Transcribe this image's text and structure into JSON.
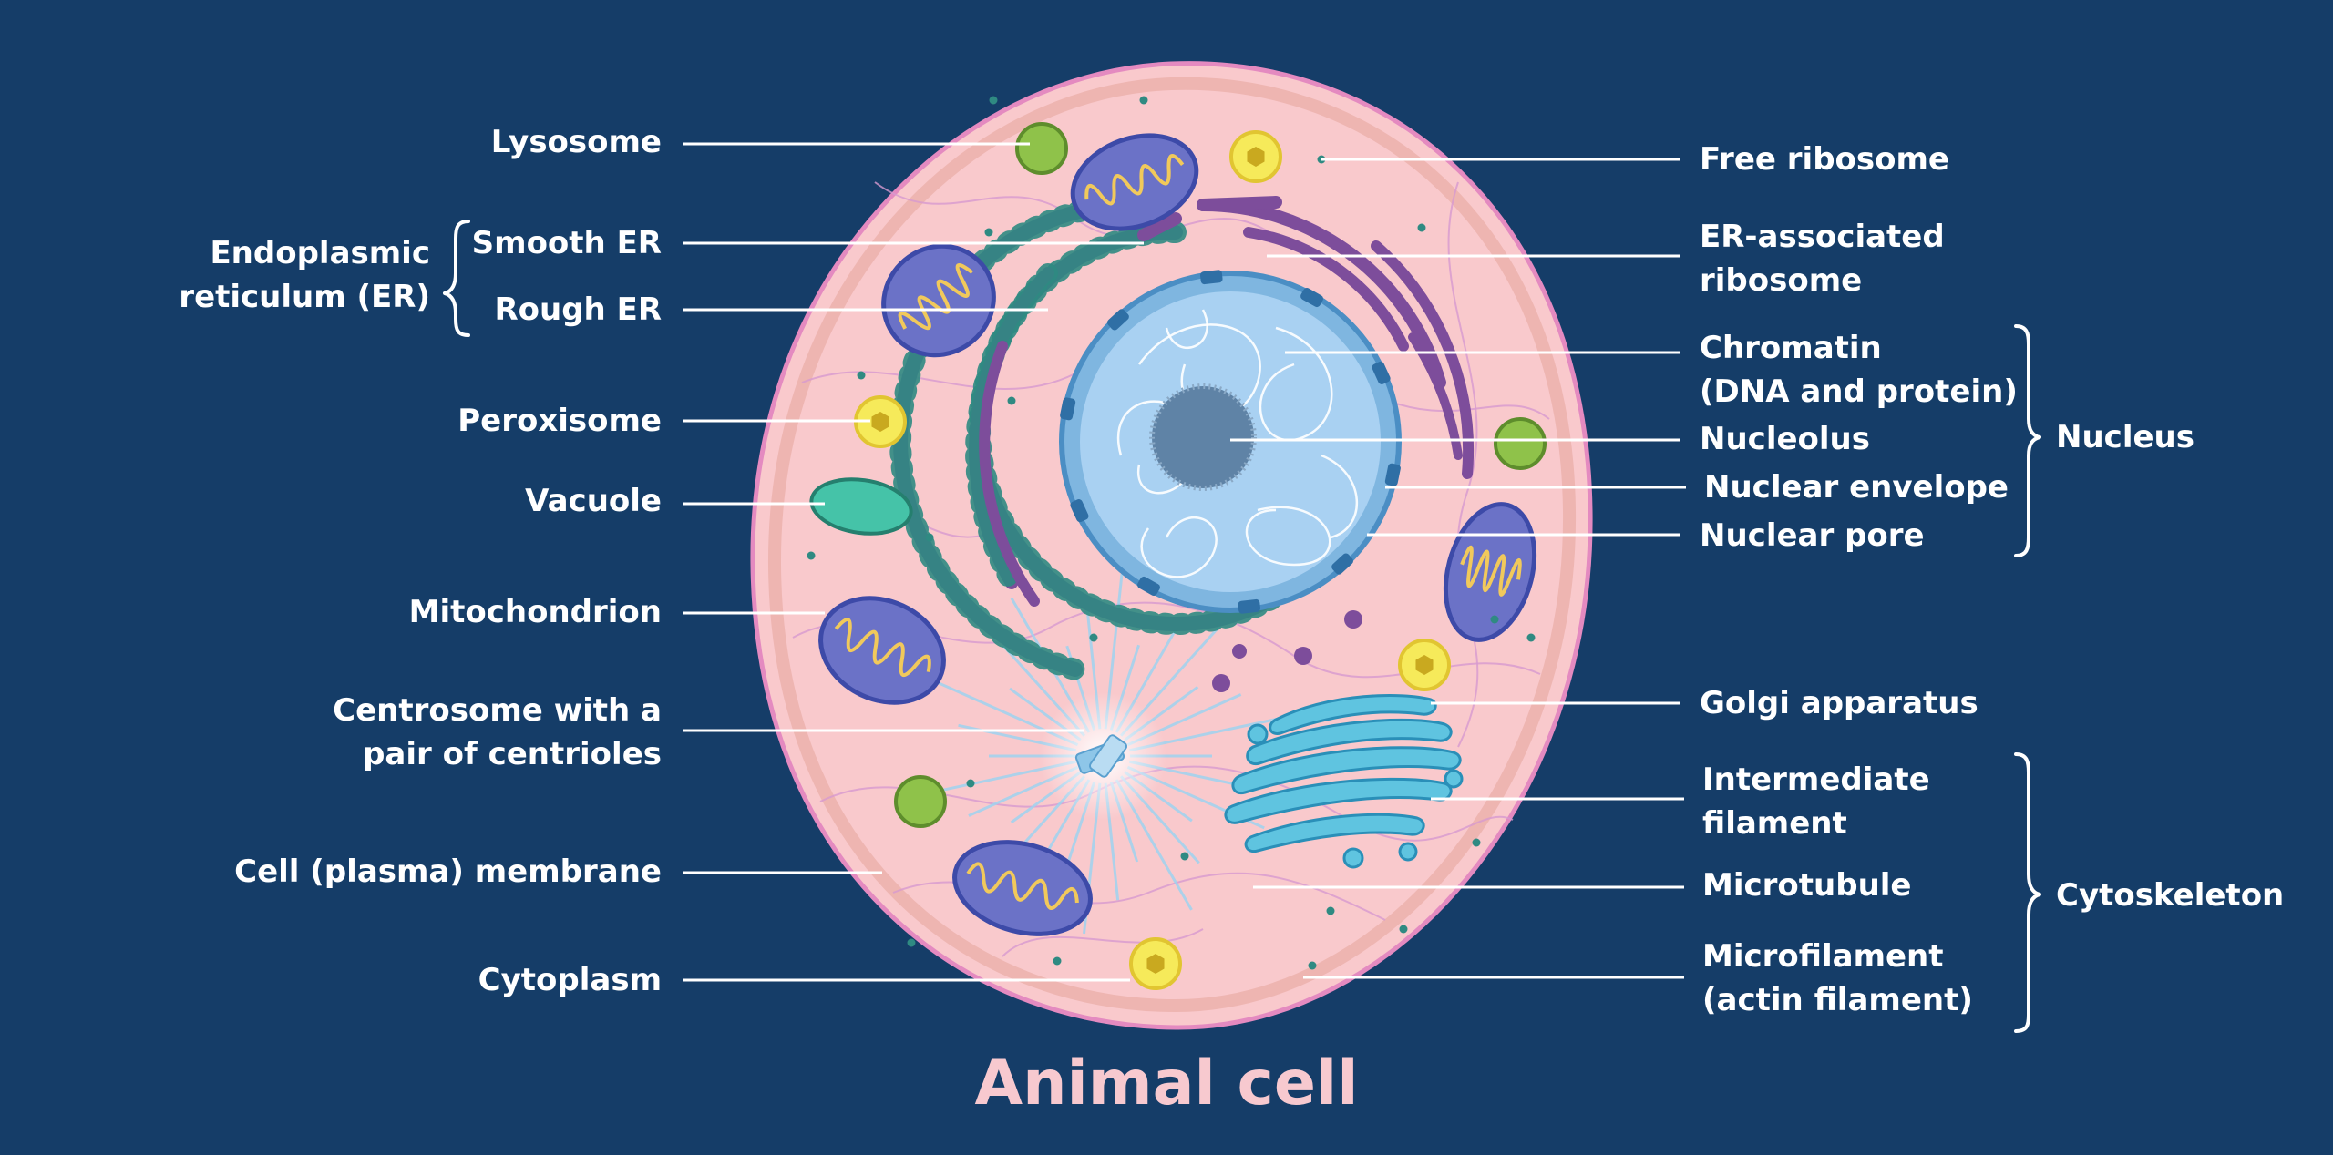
{
  "title": "Animal cell",
  "colors": {
    "background": "#153d68",
    "cytoplasm": "#f9c9cc",
    "membrane": "#e48ac0",
    "nucleus": "#a9d1f2",
    "er": "#7d4d9b",
    "mitochondrion": "#6b72c7",
    "golgi": "#5fc4e0",
    "lysosome": "#8fc24a",
    "peroxisome": "#f6ea5a",
    "vacuole": "#45c3a8",
    "title": "#f7c9cf",
    "labels": "#ffffff"
  },
  "labels_left": {
    "lysosome": "Lysosome",
    "smooth_er": "Smooth ER",
    "rough_er": "Rough ER",
    "er_group_line1": "Endoplasmic",
    "er_group_line2": "reticulum (ER)",
    "peroxisome": "Peroxisome",
    "vacuole": "Vacuole",
    "mitochondrion": "Mitochondrion",
    "centrosome_line1": "Centrosome with a",
    "centrosome_line2": "pair of centrioles",
    "membrane": "Cell (plasma) membrane",
    "cytoplasm": "Cytoplasm"
  },
  "labels_right": {
    "free_ribosome": "Free ribosome",
    "er_ribosome_line1": "ER-associated",
    "er_ribosome_line2": "ribosome",
    "chromatin_line1": "Chromatin",
    "chromatin_line2": "(DNA and protein)",
    "nucleolus": "Nucleolus",
    "nuclear_envelope": "Nuclear envelope",
    "nuclear_pore": "Nuclear pore",
    "nucleus_group": "Nucleus",
    "golgi": "Golgi apparatus",
    "intermediate_line1": "Intermediate",
    "intermediate_line2": "filament",
    "microtubule": "Microtubule",
    "microfilament_line1": "Microfilament",
    "microfilament_line2": "(actin filament)",
    "cytoskeleton_group": "Cytoskeleton"
  }
}
